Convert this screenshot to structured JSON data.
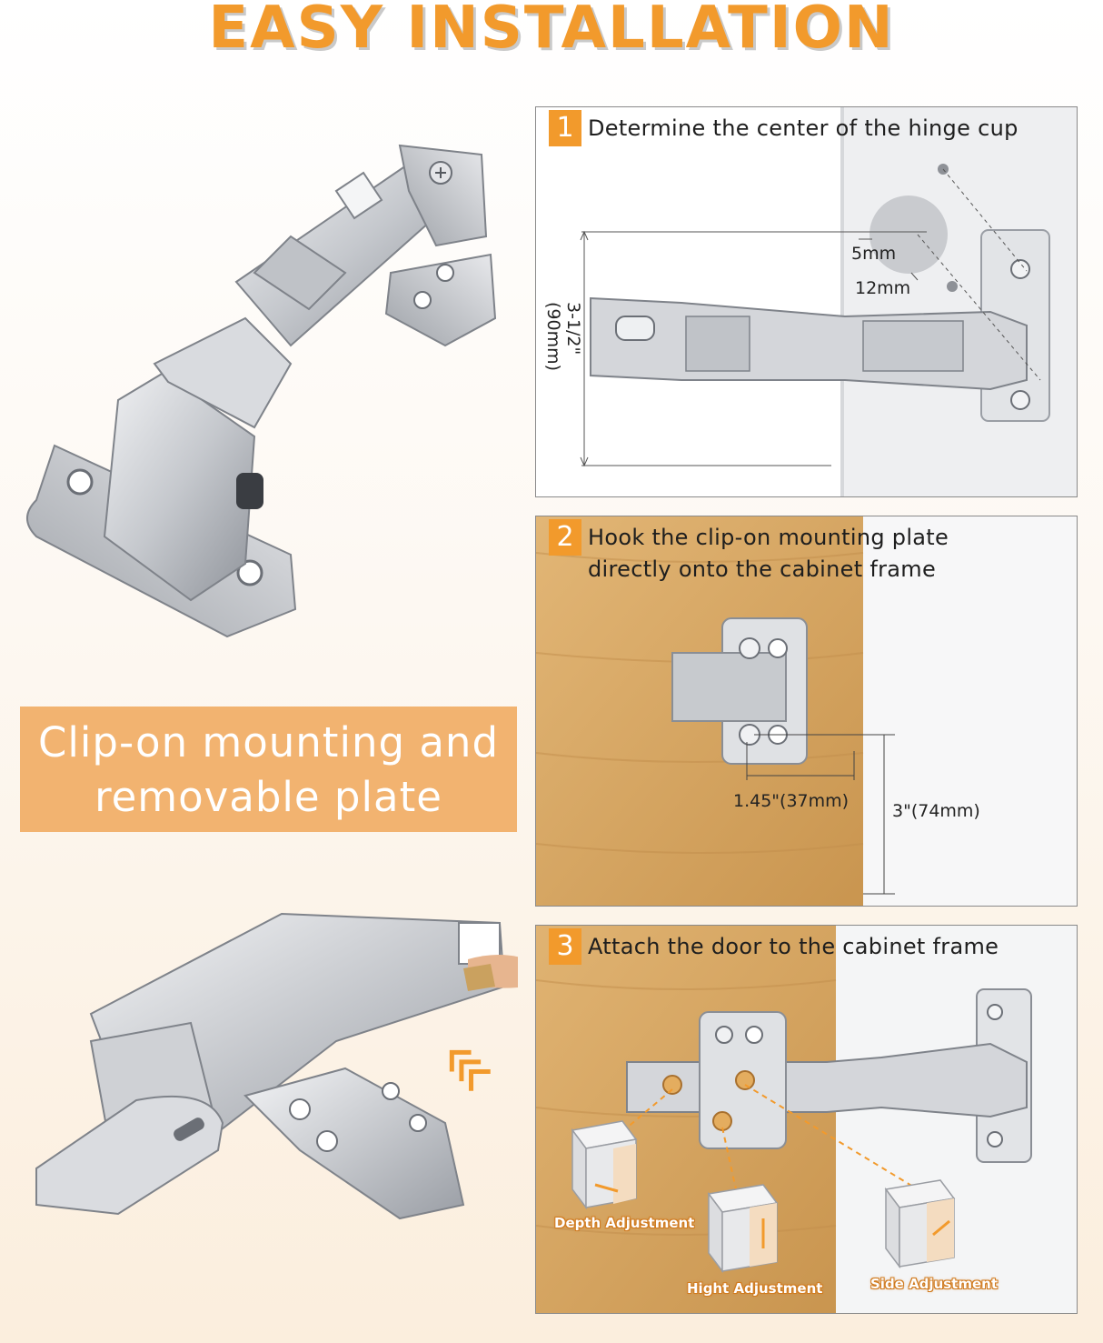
{
  "title": "EASY INSTALLATION",
  "callout": {
    "line1": "Clip-on mounting and",
    "line2": "removable plate"
  },
  "steps": [
    {
      "number": "1",
      "text": "Determine the center of the hinge cup"
    },
    {
      "number": "2",
      "line1": "Hook the clip-on mounting plate",
      "line2": "directly onto the cabinet frame"
    },
    {
      "number": "3",
      "text": "Attach the door to the cabinet frame"
    }
  ],
  "dimensions": {
    "height_span": "3-1/2\"(90mm)",
    "cup_offset_small": "5mm",
    "cup_offset_large": "12mm",
    "plate_hole_spacing": "1.45\"(37mm)",
    "plate_height": "3\"(74mm)"
  },
  "adjustments": {
    "depth": "Depth Adjustment",
    "height": "Hight Adjustment",
    "side": "Side Adjustment"
  },
  "colors": {
    "accent": "#f29a2c",
    "callout_bg": "#f2b370",
    "wood": "#d9aa66",
    "metal": "#c9ccd1"
  }
}
